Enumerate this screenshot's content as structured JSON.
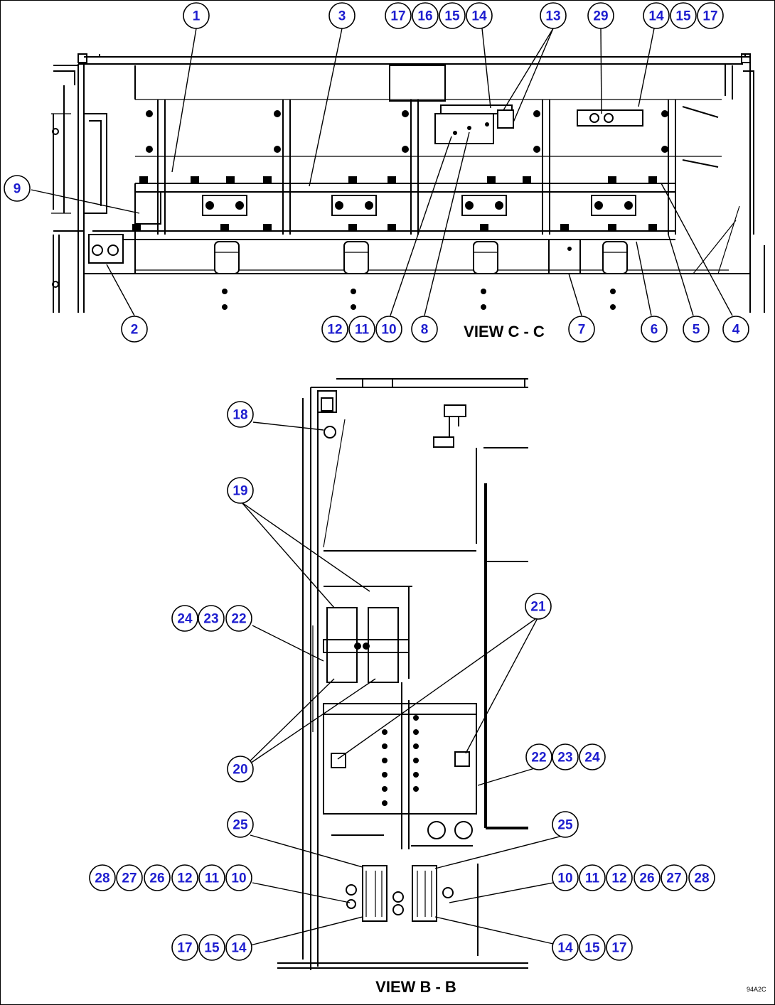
{
  "titles": {
    "view_c": "VIEW C - C",
    "view_b": "VIEW B - B",
    "drawing_id": "94A2C"
  },
  "callouts": [
    {
      "id": "c1",
      "label": "1"
    },
    {
      "id": "c3",
      "label": "3"
    },
    {
      "id": "c17a",
      "label": "17"
    },
    {
      "id": "c16a",
      "label": "16"
    },
    {
      "id": "c15a",
      "label": "15"
    },
    {
      "id": "c14a",
      "label": "14"
    },
    {
      "id": "c13",
      "label": "13"
    },
    {
      "id": "c29",
      "label": "29"
    },
    {
      "id": "c14b",
      "label": "14"
    },
    {
      "id": "c15b",
      "label": "15"
    },
    {
      "id": "c17b",
      "label": "17"
    },
    {
      "id": "c9",
      "label": "9"
    },
    {
      "id": "c2",
      "label": "2"
    },
    {
      "id": "c12a",
      "label": "12"
    },
    {
      "id": "c11a",
      "label": "11"
    },
    {
      "id": "c10a",
      "label": "10"
    },
    {
      "id": "c8",
      "label": "8"
    },
    {
      "id": "c7",
      "label": "7"
    },
    {
      "id": "c6",
      "label": "6"
    },
    {
      "id": "c5",
      "label": "5"
    },
    {
      "id": "c4",
      "label": "4"
    },
    {
      "id": "c18",
      "label": "18"
    },
    {
      "id": "c19",
      "label": "19"
    },
    {
      "id": "c24a",
      "label": "24"
    },
    {
      "id": "c23a",
      "label": "23"
    },
    {
      "id": "c22a",
      "label": "22"
    },
    {
      "id": "c21",
      "label": "21"
    },
    {
      "id": "c20",
      "label": "20"
    },
    {
      "id": "c22b",
      "label": "22"
    },
    {
      "id": "c23b",
      "label": "23"
    },
    {
      "id": "c24b",
      "label": "24"
    },
    {
      "id": "c25a",
      "label": "25"
    },
    {
      "id": "c25b",
      "label": "25"
    },
    {
      "id": "c28a",
      "label": "28"
    },
    {
      "id": "c27a",
      "label": "27"
    },
    {
      "id": "c26a",
      "label": "26"
    },
    {
      "id": "c12b",
      "label": "12"
    },
    {
      "id": "c11b",
      "label": "11"
    },
    {
      "id": "c10b",
      "label": "10"
    },
    {
      "id": "c10c",
      "label": "10"
    },
    {
      "id": "c11c",
      "label": "11"
    },
    {
      "id": "c12c",
      "label": "12"
    },
    {
      "id": "c26b",
      "label": "26"
    },
    {
      "id": "c27b",
      "label": "27"
    },
    {
      "id": "c28b",
      "label": "28"
    },
    {
      "id": "c17c",
      "label": "17"
    },
    {
      "id": "c15c",
      "label": "15"
    },
    {
      "id": "c14c",
      "label": "14"
    },
    {
      "id": "c14d",
      "label": "14"
    },
    {
      "id": "c15d",
      "label": "15"
    },
    {
      "id": "c17d",
      "label": "17"
    }
  ]
}
